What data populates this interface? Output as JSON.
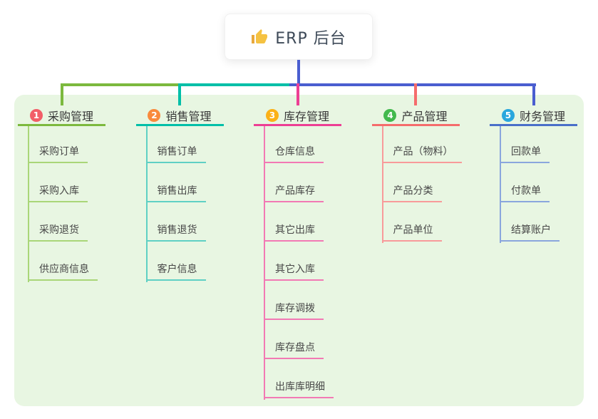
{
  "root": {
    "label": "ERP 后台",
    "icon": "thumbs-up-icon",
    "icon_color": "#f5c242"
  },
  "colors": {
    "page_bg": "#ffffff",
    "panel_bg": "#e8f6e2",
    "trunk_blue": "#4a5ed0",
    "root_text": "#3e4a58",
    "branch_text": "#383838",
    "child_text": "#474747"
  },
  "branches": [
    {
      "num": "1",
      "label": "采购管理",
      "badge_color": "#f25e68",
      "line_color": "#7cb93e",
      "child_line_color": "#a9d678",
      "children": [
        "采购订单",
        "采购入库",
        "采购退货",
        "供应商信息"
      ]
    },
    {
      "num": "2",
      "label": "销售管理",
      "badge_color": "#f98a3c",
      "line_color": "#00bfa8",
      "child_line_color": "#5fd0c4",
      "children": [
        "销售订单",
        "销售出库",
        "销售退货",
        "客户信息"
      ]
    },
    {
      "num": "3",
      "label": "库存管理",
      "badge_color": "#fbb117",
      "line_color": "#ed3f94",
      "child_line_color": "#f279b4",
      "children": [
        "仓库信息",
        "产品库存",
        "其它出库",
        "其它入库",
        "库存调拨",
        "库存盘点",
        "出库库明细"
      ]
    },
    {
      "num": "4",
      "label": "产品管理",
      "badge_color": "#42b94d",
      "line_color": "#f56c6c",
      "child_line_color": "#f89a9a",
      "children": [
        "产品（物料）",
        "产品分类",
        "产品单位"
      ]
    },
    {
      "num": "5",
      "label": "财务管理",
      "badge_color": "#2aa7dd",
      "line_color": "#4a6fc9",
      "child_line_color": "#8aa6dd",
      "children": [
        "回款单",
        "付款单",
        "结算账户"
      ]
    }
  ]
}
